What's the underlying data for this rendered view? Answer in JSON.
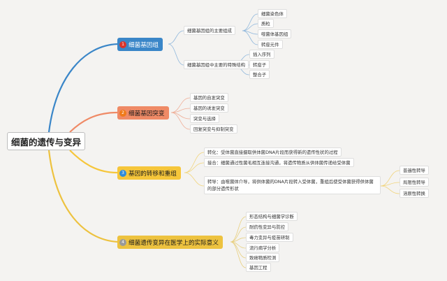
{
  "root": "细菌的遗传与变异",
  "branches": [
    {
      "label": "细菌基因组",
      "badge": "1",
      "children": [
        {
          "label": "细菌基因组的主要组成",
          "children": [
            "细菌染色体",
            "质粒",
            "噬菌体基因组",
            "转座元件"
          ]
        },
        {
          "label": "细菌基因组中主要的特殊结构",
          "children": [
            "插入序列",
            "转座子",
            "整合子"
          ]
        }
      ]
    },
    {
      "label": "细菌基因突变",
      "badge": "2",
      "children": [
        "基因的自发突变",
        "基因的诱发突变",
        "突变与选择",
        "回复突变与抑制突变"
      ]
    },
    {
      "label": "基因的转移和重组",
      "badge": "3",
      "children": [
        {
          "label": "转化：受体菌直接摄取供体菌DNA片段而获得新的遗传性状的过程"
        },
        {
          "label": "接合：细菌通过性菌毛相互连接沟通，将遗传物质从供体菌传递给受体菌"
        },
        {
          "label": "转导：由噬菌体介导，将供体菌的DNA片段转入受体菌，重组后使受体菌获得供体菌的部分遗传形状",
          "children": [
            "普遍性转导",
            "局限性转导",
            "溶原性转换"
          ]
        }
      ]
    },
    {
      "label": "细菌遗传变异在医学上的实际意义",
      "badge": "4",
      "children": [
        "形态结构与细菌学诊断",
        "耐药性变异与防控",
        "毒力变异与疫苗研制",
        "流行病学分析",
        "致癌物质检测",
        "基因工程"
      ]
    }
  ],
  "colors": {
    "blue": "#3a86c8",
    "orange": "#ef8a66",
    "yellow": "#f6c63a",
    "gold": "#edc23f",
    "background": "#f4f3f1"
  }
}
